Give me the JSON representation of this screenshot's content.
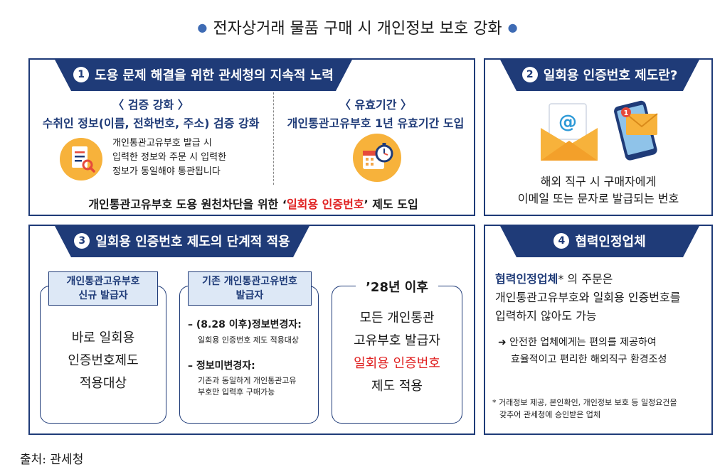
{
  "title": "전자상거래 물품 구매 시 개인정보 보호 강화",
  "source": "출처: 관세청",
  "colors": {
    "navy": "#1f3b78",
    "orange": "#f7b23b",
    "red": "#e02020",
    "light_blue": "#dde8f6"
  },
  "panel1": {
    "num": "1",
    "title": "도용 문제 해결을 위한 관세청의 지속적 노력",
    "left": {
      "label": "〈 검증 강화 〉",
      "headline": "수취인 정보(이름, 전화번호, 주소) 검증 강화",
      "desc_lines": [
        "개인통관고유부호 발급 시",
        "입력한 정보와 주문 시 입력한",
        "정보가 동일해야 통관됩니다"
      ],
      "icon": "document-search-icon"
    },
    "right": {
      "label": "〈 유효기간 〉",
      "headline": "개인통관고유부호 1년 유효기간 도입",
      "icon": "calendar-stopwatch-icon"
    },
    "bottom": {
      "prefix": "개인통관고유부호 도용 원천차단을 위한 ‘",
      "highlight": "일회용 인증번호",
      "suffix": "’ 제도 도입"
    }
  },
  "panel2": {
    "num": "2",
    "title": "일회용 인증번호 제도란?",
    "desc_lines": [
      "해외 직구 시 구매자에게",
      "이메일 또는 문자로 발급되는 번호"
    ],
    "icon_email": "email-icon",
    "icon_phone": "phone-message-icon",
    "email_symbol": "@",
    "badge": "1"
  },
  "panel3": {
    "num": "3",
    "title": "일회용 인증번호 제도의 단계적 적용",
    "col1": {
      "tag_lines": [
        "개인통관고유부호",
        "신규 발급자"
      ],
      "body_lines": [
        "바로 일회용",
        "인증번호제도",
        "적용대상"
      ]
    },
    "col2": {
      "tag_lines": [
        "기존 개인통관고유번호",
        "발급자"
      ],
      "item1_title": "– (8.28 이후)정보변경자:",
      "item1_desc": "일회용 인증번호 제도 적용대상",
      "item2_title": "– 정보미변경자:",
      "item2_desc_lines": [
        "기존과 동일하게 개인통관고유",
        "부호만 입력후 구매가능"
      ]
    },
    "col3": {
      "label": "’28년 이후",
      "body_lines": [
        "모든 개인통관",
        "고유부호 발급자"
      ],
      "highlight": "일회용 인증번호",
      "last": "제도 적용"
    }
  },
  "panel4": {
    "num": "4",
    "title": "협력인정업체",
    "lead_bold": "협력인정업체",
    "lead_rest": "* 의 주문은",
    "lines": [
      "개인통관고유부호와 일회용 인증번호를",
      "입력하지 않아도 가능"
    ],
    "arrow_lines": [
      "➜ 안전한 업체에게는 편의를 제공하여",
      "효율적이고 편리한 해외직구 환경조성"
    ],
    "footnote_lines": [
      "* 거래정보 제공, 본인확인, 개인정보 보호 등 일정요건을",
      "갖추어 관세청에 승인받은 업체"
    ]
  }
}
